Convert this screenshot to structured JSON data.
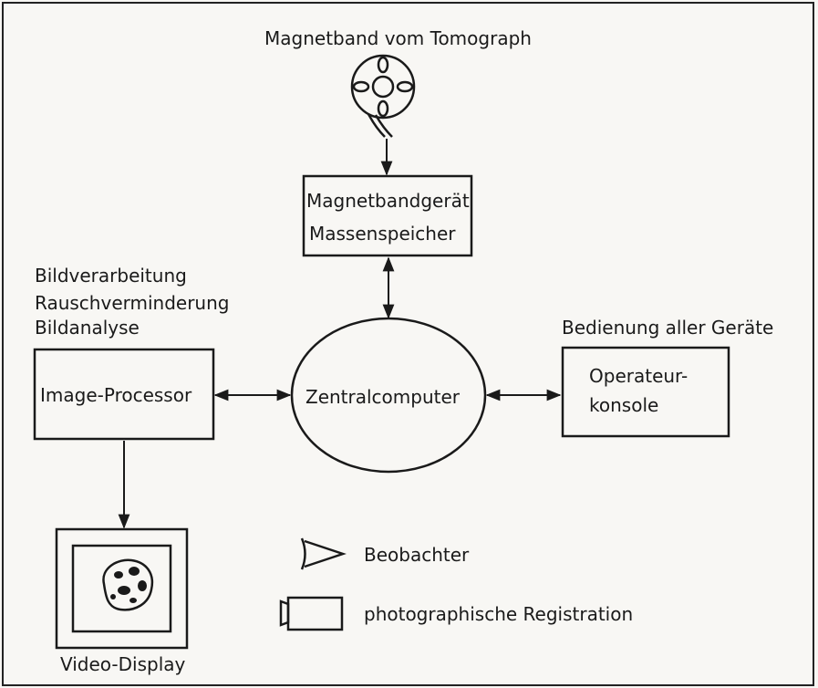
{
  "diagram": {
    "title": "Magnetband vom Tomograph",
    "storage": {
      "line1": "Magnetbandgerät",
      "line2": "Massenspeicher"
    },
    "processing_caption": [
      "Bildverarbeitung",
      "Rauschverminderung",
      "Bildanalyse"
    ],
    "image_processor": "Image-Processor",
    "central_computer": "Zentralcomputer",
    "operator_caption": "Bedienung aller Geräte",
    "operator_console": {
      "line1": "Operateur-",
      "line2": "konsole"
    },
    "video_display": "Video-Display",
    "legend": {
      "observer": "Beobachter",
      "photo": "photographische Registration"
    }
  }
}
